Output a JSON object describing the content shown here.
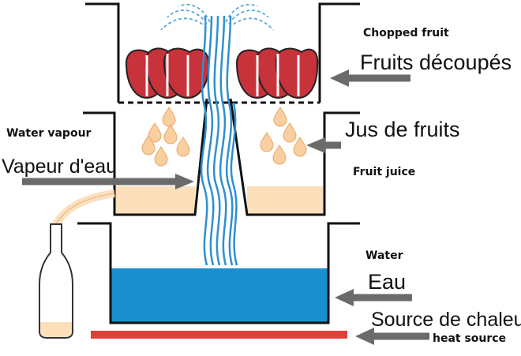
{
  "labels": {
    "chopped_fruit_en": "Chopped fruit",
    "chopped_fruit_fr": "Fruits découpés",
    "water_vapour_en": "Water vapour",
    "water_vapour_fr": "Vapeur d'eau",
    "fruit_juice_fr": "Jus de fruits",
    "fruit_juice_en": "Fruit juice",
    "water_en": "Water",
    "water_fr": "Eau",
    "heat_source_fr": "Source de chaleur",
    "heat_source_en": "heat source"
  },
  "colors": {
    "fruit": "#c8323a",
    "juice": "#fbe0bb",
    "water": "#1a8fcf",
    "vapour": "#2f8fd0",
    "heat": "#e0403a",
    "arrow": "#6b6b6b",
    "outline": "#111111"
  }
}
